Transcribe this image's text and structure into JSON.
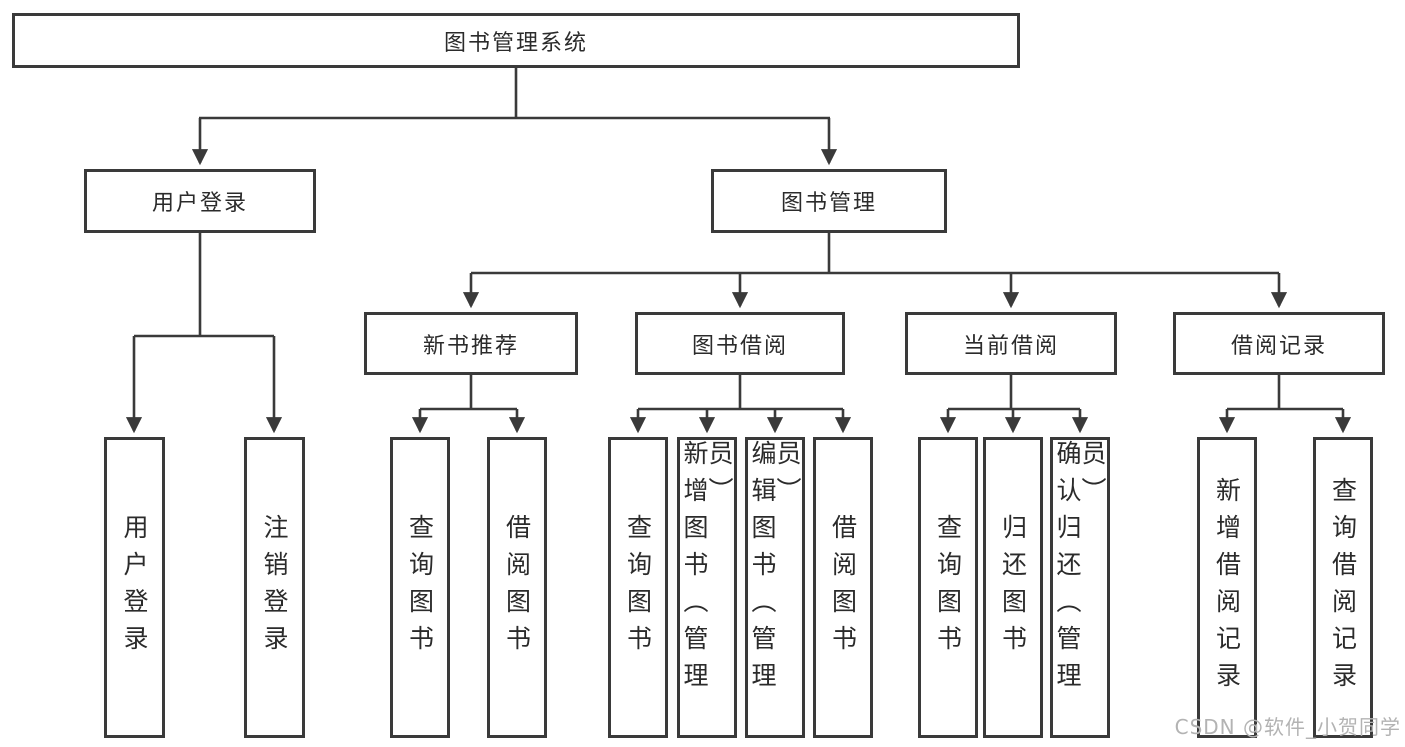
{
  "diagram_title": "图书管理系统",
  "nodes": {
    "root": "图书管理系统",
    "user_login": "用户登录",
    "book_mgmt": "图书管理",
    "new_book_rec": "新书推荐",
    "book_borrow": "图书借阅",
    "current_borrow": "当前借阅",
    "borrow_record": "借阅记录"
  },
  "leaves": {
    "user_login": [
      "用户登录",
      "注销登录"
    ],
    "new_book_rec": [
      "查询图书",
      "借阅图书"
    ],
    "book_borrow": [
      "查询图书",
      "新增图书（管理员）",
      "编辑图书（管理员）",
      "借阅图书"
    ],
    "current_borrow": [
      "查询图书",
      "归还图书",
      "确认归还（管理员）"
    ],
    "borrow_record": [
      "新增借阅记录",
      "查询借阅记录"
    ]
  },
  "watermark": "CSDN @软件_小贺同学",
  "colors": {
    "line": "#3a3a3a",
    "text": "#2b2b2b",
    "watermark": "#b3b3b3",
    "background": "#ffffff"
  }
}
